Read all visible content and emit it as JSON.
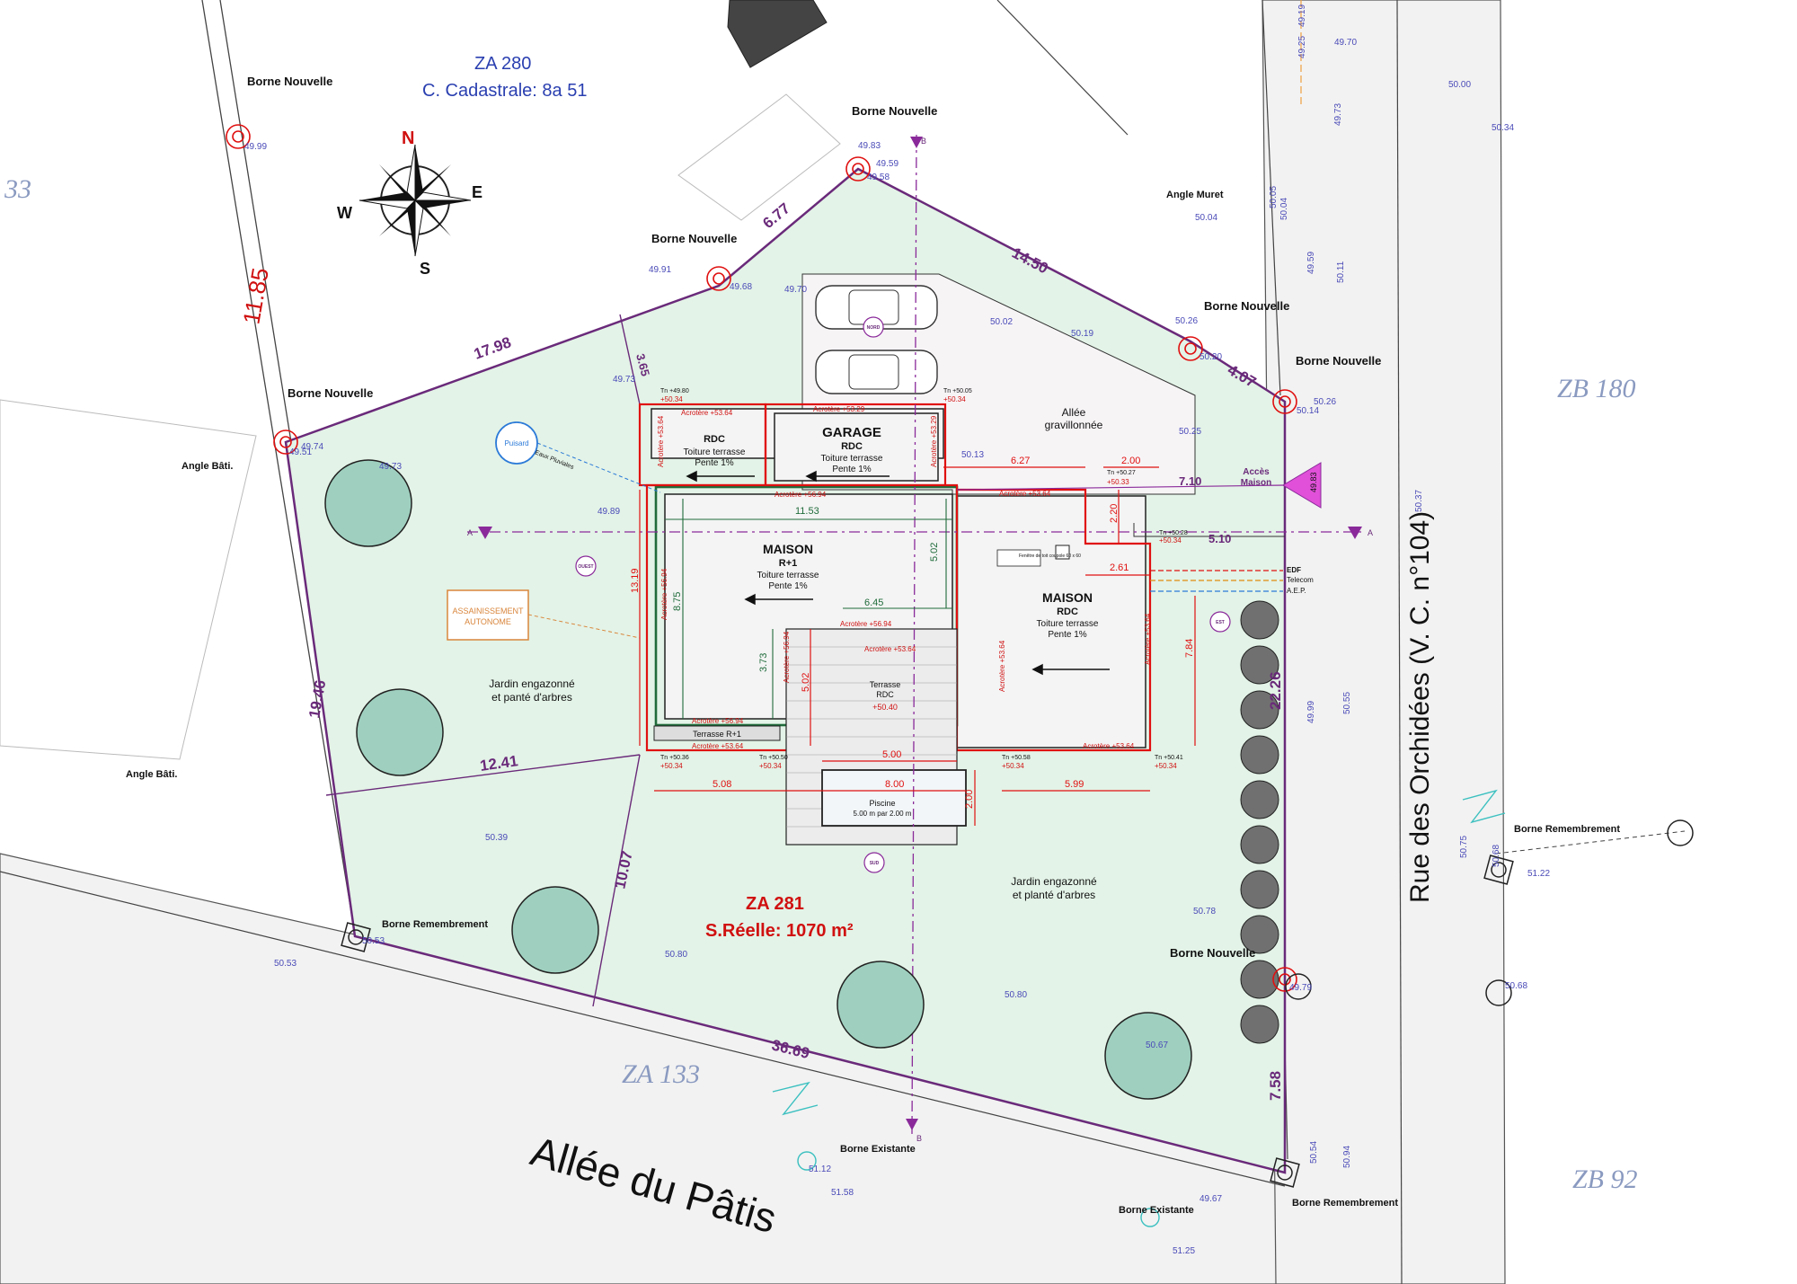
{
  "parcels": {
    "za280_title": "ZA 280",
    "za280_cadastral": "C. Cadastrale: 8a 51",
    "za281_title": "ZA 281",
    "za281_surface": "S.Réelle: 1070 m²",
    "za133": "ZA  133",
    "zb180": "ZB  180",
    "zb92": "ZB  92",
    "p33": "33"
  },
  "roads": {
    "allee_patis": "Allée du Pâtis",
    "rue_orchidees": "Rue    des    Orchidées    (V. C. n°104)"
  },
  "compass": {
    "n": "N",
    "s": "S",
    "e": "E",
    "w": "W"
  },
  "markers": {
    "borne_nouvelle_1": "Borne Nouvelle",
    "borne_nouvelle_2": "Borne Nouvelle",
    "borne_nouvelle_3": "Borne Nouvelle",
    "borne_nouvelle_4": "Borne Nouvelle",
    "borne_nouvelle_5": "Borne Nouvelle",
    "borne_nouvelle_6": "Borne Nouvelle",
    "borne_nouvelle_7": "Borne Nouvelle",
    "borne_remembrement_1": "Borne Remembrement",
    "borne_remembrement_2": "Borne Remembrement",
    "borne_remembrement_3": "Borne Remembrement",
    "borne_existante_1": "Borne Existante",
    "borne_existante_2": "Borne Existante",
    "angle_bati_1": "Angle Bâti.",
    "angle_bati_2": "Angle Bâti.",
    "angle_muret": "Angle Muret"
  },
  "boundary_dims": {
    "d1": "11.85",
    "d2": "17.98",
    "d3": "6.77",
    "d4": "14.50",
    "d5": "4.07",
    "d6": "22.26",
    "d7": "7.58",
    "d8": "36.69",
    "d9": "19.46",
    "d10": "12.41",
    "d11": "10.07",
    "d12": "3.65"
  },
  "buildings": {
    "garage_title": "GARAGE",
    "garage_sub": "RDC",
    "garage_roof": "Toiture terrasse",
    "garage_slope": "Pente 1%",
    "rdc_title": "RDC",
    "rdc_roof": "Toiture terrasse",
    "rdc_slope": "Pente 1%",
    "maison_r1_title": "MAISON",
    "maison_r1_sub": "R+1",
    "maison_r1_roof": "Toiture terrasse",
    "maison_r1_slope": "Pente 1%",
    "maison_rdc_title": "MAISON",
    "maison_rdc_sub": "RDC",
    "maison_rdc_roof": "Toiture terrasse",
    "maison_rdc_slope": "Pente 1%",
    "terrasse_r1": "Terrasse R+1",
    "terrasse_rdc_1": "Terrasse",
    "terrasse_rdc_2": "RDC",
    "terrasse_level": "+50.40",
    "piscine": "Piscine",
    "piscine_dim": "5.00 m par 2.00 m",
    "puisard": "Puisard",
    "eaux": "Eaux Pluviales",
    "assainissement_1": "ASSAINISSEMENT",
    "assainissement_2": "AUTONOME",
    "fenetre": "Fenêtre de toit coupole 60 x 60",
    "allee_1": "Allée",
    "allee_2": "gravillonnée",
    "jardin1_1": "Jardin engazonné",
    "jardin1_2": "et panté d'arbres",
    "jardin2_1": "Jardin engazonné",
    "jardin2_2": "et planté d'arbres",
    "acces_1": "Accès",
    "acces_2": "Maison",
    "acces_level": "49.83",
    "nord": "NORD",
    "sud": "SUD",
    "est": "EST",
    "ouest": "OUEST",
    "edf": "EDF",
    "telecom": "Telecom",
    "aep": "A.E.P."
  },
  "acroteres": {
    "a_5364": "Acrotère +53.64",
    "a_5329": "Acrotère +53.29",
    "a_5694": "Acrotère +56.94",
    "t_4980": "Tn +49.80",
    "f_5034": "+50.34",
    "t_5005": "Tn +50.05",
    "t_5027": "Tn +50.27",
    "f_5033": "+50.33",
    "t_5028": "Tn +50.28",
    "t_5036": "Tn +50.36",
    "t_5050": "Tn +50.50",
    "t_5058": "Tn +50.58",
    "t_5041": "Tn +50.41"
  },
  "inner_dims": {
    "w1153": "11.53",
    "h1319": "13.19",
    "h875": "8.75",
    "h502a": "5.02",
    "w645": "6.45",
    "h373": "3.73",
    "h502b": "5.02",
    "w627": "6.27",
    "w200": "2.00",
    "w710": "7.10",
    "h220": "2.20",
    "w510": "5.10",
    "w261": "2.61",
    "h784": "7.84",
    "w500": "5.00",
    "w800": "8.00",
    "w508": "5.08",
    "w599": "5.99",
    "h200": "2.00",
    "axis_a": "A",
    "axis_b": "B"
  },
  "levels": {
    "l4999": "49.99",
    "l4983": "49.83",
    "l4959": "49.59",
    "l4958": "49.58",
    "l4991": "49.91",
    "l4968": "49.68",
    "l4970": "49.70",
    "l4974": "49.74",
    "l4951": "49.51",
    "l4973": "49.73",
    "l4973b": "49.73",
    "l4989": "49.89",
    "l5002": "50.02",
    "l5019": "50.19",
    "l5004": "50.04",
    "l5026": "50.26",
    "l5020": "50.20",
    "l5026b": "50.26",
    "l5014": "50.14",
    "l5025": "50.25",
    "l5013": "50.13",
    "l5039": "50.39",
    "l5080": "50.80",
    "l5080b": "50.80",
    "l5078": "50.78",
    "l5067": "50.67",
    "l5053": "50.53",
    "l5053b": "50.53",
    "l5112": "51.12",
    "l5158": "51.58",
    "l4967": "49.67",
    "l5125": "51.25",
    "l4979": "49.79",
    "l4970b": "49.70",
    "l5000": "50.00",
    "l5034": "50.34",
    "l4973c": "49.73",
    "l5011": "50.11",
    "l4959b": "49.59",
    "l5005": "50.05",
    "l5004b": "50.04",
    "l5037": "50.37",
    "l4999b": "49.99",
    "l5055": "50.55",
    "l5075": "50.75",
    "l5068": "50.68",
    "l5122": "51.22",
    "l5068b": "50.68",
    "l5094": "50.94",
    "l5054": "50.54",
    "l4925": "49.25",
    "l4919": "49.19"
  }
}
